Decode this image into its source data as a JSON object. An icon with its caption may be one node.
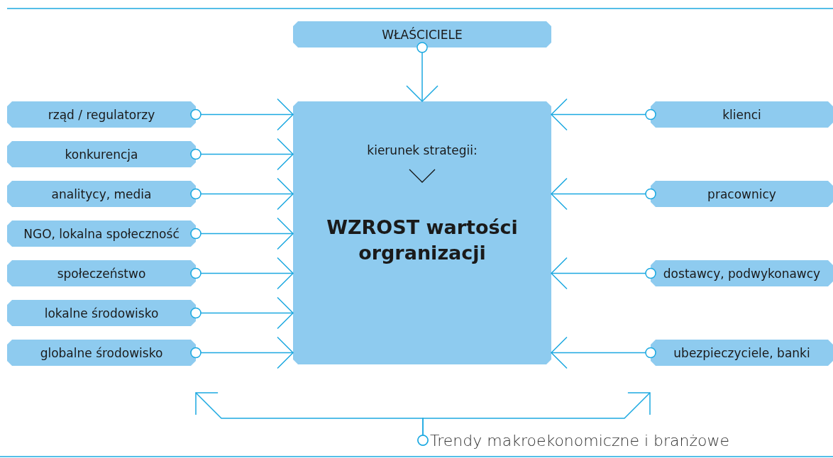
{
  "diagram": {
    "nodes": [
      {
        "text": [
          "WŁAŚCICIELE"
        ]
      },
      {
        "text": [
          "kierunek strategii:",
          "WZROST wartości orgranizacji"
        ]
      },
      {
        "text": [
          "rząd / regulatorzy"
        ]
      },
      {
        "text": [
          "konkurencja"
        ]
      },
      {
        "text": [
          "analitycy, media"
        ]
      },
      {
        "text": [
          "NGO, lokalna społeczność"
        ]
      },
      {
        "text": [
          "społeczeństwo"
        ]
      },
      {
        "text": [
          "lokalne środowisko"
        ]
      },
      {
        "text": [
          "globalne środowisko"
        ]
      },
      {
        "text": [
          "klienci"
        ]
      },
      {
        "text": [
          "pracownicy"
        ]
      },
      {
        "text": [
          "dostawcy, podwykonawcy"
        ]
      },
      {
        "text": [
          "ubezpieczyciele, banki"
        ]
      },
      {
        "text": [
          "Trendy makroekonomiczne i branżowe"
        ]
      }
    ],
    "edges": [
      {
        "from": 0,
        "to": 1,
        "arrow": "to"
      },
      {
        "from": 2,
        "to": 1,
        "arrow": "to"
      },
      {
        "from": 3,
        "to": 1,
        "arrow": "to"
      },
      {
        "from": 4,
        "to": 1,
        "arrow": "to"
      },
      {
        "from": 5,
        "to": 1,
        "arrow": "to"
      },
      {
        "from": 6,
        "to": 1,
        "arrow": "to"
      },
      {
        "from": 7,
        "to": 1,
        "arrow": "to"
      },
      {
        "from": 8,
        "to": 1,
        "arrow": "to"
      },
      {
        "from": 9,
        "to": 1,
        "arrow": "to"
      },
      {
        "from": 10,
        "to": 1,
        "arrow": "to"
      },
      {
        "from": 11,
        "to": 1,
        "arrow": "to"
      },
      {
        "from": 12,
        "to": 1,
        "arrow": "to"
      },
      {
        "from": 13,
        "to": null,
        "arrow": "to"
      },
      {
        "from": 13,
        "to": null,
        "arrow": "to"
      }
    ]
  }
}
